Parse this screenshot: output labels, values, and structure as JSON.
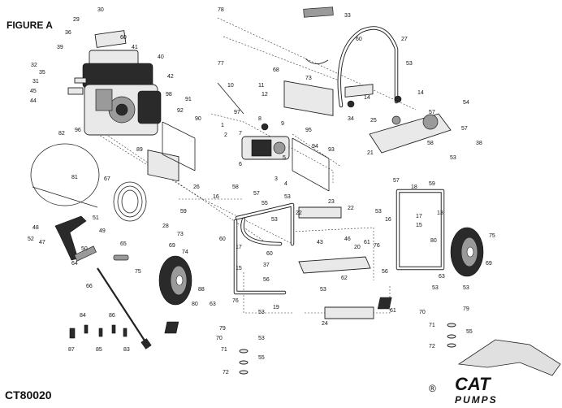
{
  "figure_title": "FIGURE A",
  "model_number": "CT80020",
  "registered_mark": "®",
  "logo_text": "CAT PUMPS",
  "callouts": [
    {
      "id": "c30",
      "t": "30"
    },
    {
      "id": "c29",
      "t": "29"
    },
    {
      "id": "c36",
      "t": "36"
    },
    {
      "id": "c39",
      "t": "39"
    },
    {
      "id": "c60a",
      "t": "60"
    },
    {
      "id": "c41",
      "t": "41"
    },
    {
      "id": "c32",
      "t": "32"
    },
    {
      "id": "c35",
      "t": "35"
    },
    {
      "id": "c40",
      "t": "40"
    },
    {
      "id": "c42",
      "t": "42"
    },
    {
      "id": "c31",
      "t": "31"
    },
    {
      "id": "c45",
      "t": "45"
    },
    {
      "id": "c44",
      "t": "44"
    },
    {
      "id": "c98",
      "t": "98"
    },
    {
      "id": "c96",
      "t": "96"
    },
    {
      "id": "c91",
      "t": "91"
    },
    {
      "id": "c92",
      "t": "92"
    },
    {
      "id": "c90",
      "t": "90"
    },
    {
      "id": "c89",
      "t": "89"
    },
    {
      "id": "c82",
      "t": "82"
    },
    {
      "id": "c81",
      "t": "81"
    },
    {
      "id": "c78",
      "t": "78"
    },
    {
      "id": "c33",
      "t": "33"
    },
    {
      "id": "c60b",
      "t": "60"
    },
    {
      "id": "c27",
      "t": "27"
    },
    {
      "id": "c68",
      "t": "68"
    },
    {
      "id": "c73a",
      "t": "73"
    },
    {
      "id": "c53a",
      "t": "53"
    },
    {
      "id": "c14a",
      "t": "14"
    },
    {
      "id": "c14b",
      "t": "14"
    },
    {
      "id": "c77",
      "t": "77"
    },
    {
      "id": "c10",
      "t": "10"
    },
    {
      "id": "c11",
      "t": "11"
    },
    {
      "id": "c12",
      "t": "12"
    },
    {
      "id": "c97",
      "t": "97"
    },
    {
      "id": "c1",
      "t": "1"
    },
    {
      "id": "c2",
      "t": "2"
    },
    {
      "id": "c7",
      "t": "7"
    },
    {
      "id": "c8",
      "t": "8"
    },
    {
      "id": "c9",
      "t": "9"
    },
    {
      "id": "c6",
      "t": "6"
    },
    {
      "id": "c5",
      "t": "5"
    },
    {
      "id": "c3",
      "t": "3"
    },
    {
      "id": "c4",
      "t": "4"
    },
    {
      "id": "c95",
      "t": "95"
    },
    {
      "id": "c94",
      "t": "94"
    },
    {
      "id": "c93",
      "t": "93"
    },
    {
      "id": "c54",
      "t": "54"
    },
    {
      "id": "c34",
      "t": "34"
    },
    {
      "id": "c25",
      "t": "25"
    },
    {
      "id": "c57a",
      "t": "57"
    },
    {
      "id": "c57b",
      "t": "57"
    },
    {
      "id": "c58a",
      "t": "58"
    },
    {
      "id": "c38",
      "t": "38"
    },
    {
      "id": "c21",
      "t": "21"
    },
    {
      "id": "c53b",
      "t": "53"
    },
    {
      "id": "c67",
      "t": "67"
    },
    {
      "id": "c26",
      "t": "26"
    },
    {
      "id": "c16a",
      "t": "16"
    },
    {
      "id": "c58b",
      "t": "58"
    },
    {
      "id": "c57c",
      "t": "57"
    },
    {
      "id": "c55a",
      "t": "55"
    },
    {
      "id": "c53c",
      "t": "53"
    },
    {
      "id": "c59a",
      "t": "59"
    },
    {
      "id": "c28",
      "t": "28"
    },
    {
      "id": "c73b",
      "t": "73"
    },
    {
      "id": "c60c",
      "t": "60"
    },
    {
      "id": "c53d",
      "t": "53"
    },
    {
      "id": "c23",
      "t": "23"
    },
    {
      "id": "c22a",
      "t": "22"
    },
    {
      "id": "c22b",
      "t": "22"
    },
    {
      "id": "c46",
      "t": "46"
    },
    {
      "id": "c61a",
      "t": "61"
    },
    {
      "id": "c57d",
      "t": "57"
    },
    {
      "id": "c18",
      "t": "18"
    },
    {
      "id": "c59b",
      "t": "59"
    },
    {
      "id": "c53e",
      "t": "53"
    },
    {
      "id": "c16b",
      "t": "16"
    },
    {
      "id": "c17a",
      "t": "17"
    },
    {
      "id": "c13",
      "t": "13"
    },
    {
      "id": "c15a",
      "t": "15"
    },
    {
      "id": "c48",
      "t": "48"
    },
    {
      "id": "c51",
      "t": "51"
    },
    {
      "id": "c52",
      "t": "52"
    },
    {
      "id": "c47",
      "t": "47"
    },
    {
      "id": "c49",
      "t": "49"
    },
    {
      "id": "c50",
      "t": "50"
    },
    {
      "id": "c65",
      "t": "65"
    },
    {
      "id": "c64",
      "t": "64"
    },
    {
      "id": "c69a",
      "t": "69"
    },
    {
      "id": "c74",
      "t": "74"
    },
    {
      "id": "c17b",
      "t": "17"
    },
    {
      "id": "c15b",
      "t": "15"
    },
    {
      "id": "c37",
      "t": "37"
    },
    {
      "id": "c60d",
      "t": "60"
    },
    {
      "id": "c56a",
      "t": "56"
    },
    {
      "id": "c75a",
      "t": "75"
    },
    {
      "id": "c80a",
      "t": "80"
    },
    {
      "id": "c88",
      "t": "88"
    },
    {
      "id": "c63a",
      "t": "63"
    },
    {
      "id": "c76a",
      "t": "76"
    },
    {
      "id": "c19",
      "t": "19"
    },
    {
      "id": "c43",
      "t": "43"
    },
    {
      "id": "c20",
      "t": "20"
    },
    {
      "id": "c62",
      "t": "62"
    },
    {
      "id": "c53f",
      "t": "53"
    },
    {
      "id": "c24",
      "t": "24"
    },
    {
      "id": "c61b",
      "t": "61"
    },
    {
      "id": "c76b",
      "t": "76"
    },
    {
      "id": "c56b",
      "t": "56"
    },
    {
      "id": "c80b",
      "t": "80"
    },
    {
      "id": "c63b",
      "t": "63"
    },
    {
      "id": "c75b",
      "t": "75"
    },
    {
      "id": "c69b",
      "t": "69"
    },
    {
      "id": "c66",
      "t": "66"
    },
    {
      "id": "c84",
      "t": "84"
    },
    {
      "id": "c86",
      "t": "86"
    },
    {
      "id": "c87",
      "t": "87"
    },
    {
      "id": "c85",
      "t": "85"
    },
    {
      "id": "c83",
      "t": "83"
    },
    {
      "id": "c70a",
      "t": "70"
    },
    {
      "id": "c53g",
      "t": "53"
    },
    {
      "id": "c53h",
      "t": "53"
    },
    {
      "id": "c71a",
      "t": "71"
    },
    {
      "id": "c55b",
      "t": "55"
    },
    {
      "id": "c79a",
      "t": "79"
    },
    {
      "id": "c72a",
      "t": "72"
    },
    {
      "id": "c53i",
      "t": "53"
    },
    {
      "id": "c53j",
      "t": "53"
    },
    {
      "id": "c79b",
      "t": "79"
    },
    {
      "id": "c70b",
      "t": "70"
    },
    {
      "id": "c71b",
      "t": "71"
    },
    {
      "id": "c55c",
      "t": "55"
    },
    {
      "id": "c72b",
      "t": "72"
    }
  ]
}
